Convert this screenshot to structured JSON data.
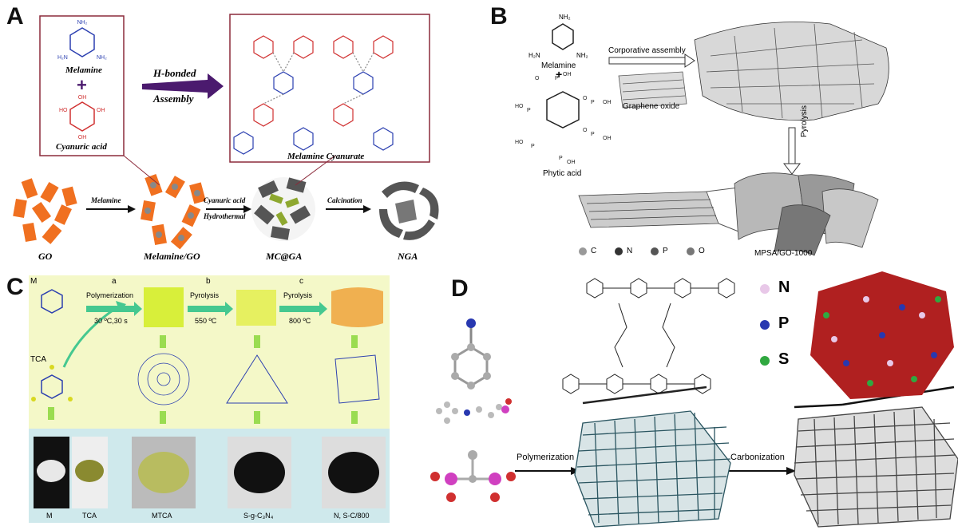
{
  "panelA": {
    "label": "A",
    "melamine": "Melamine",
    "plus": "+",
    "cyanuric": "Cyanuric acid",
    "hbond1": "H-bonded",
    "hbond2": "Assembly",
    "mc": "Melamine Cyanurate",
    "step_melamine": "Melamine",
    "step_cya1": "Cyanuric acid",
    "step_cya2": "Hydrothermal",
    "step_calc": "Calcination",
    "go": "GO",
    "mgo": "Melamine/GO",
    "mcga": "MC@GA",
    "nga": "NGA",
    "colors": {
      "orange": "#f07020",
      "purple": "#4b1a6e",
      "frame": "#8b2a3a"
    }
  },
  "panelB": {
    "label": "B",
    "melamine": "Melamine",
    "plus": "+",
    "coop": "Corporative assembly",
    "go": "Graphene oxide",
    "phytic": "Phytic acid",
    "pyrolysis": "Pyrolysis",
    "legend": [
      "C",
      "N",
      "P",
      "O"
    ],
    "product": "MPSA/GO-1000"
  },
  "panelC": {
    "label": "C",
    "m": "M",
    "tca": "TCA",
    "step_a": "a",
    "step_b": "b",
    "step_c": "c",
    "poly": "Polymerization",
    "poly_cond": "30 ºC,30 s",
    "pyro1": "Pyrolysis",
    "pyro1_cond": "550 ºC",
    "pyro2": "Pyrolysis",
    "pyro2_cond": "800 ºC",
    "photo_labels": [
      "M",
      "TCA",
      "MTCA",
      "S-g-C₃N₄",
      "N, S-C/800"
    ],
    "colors": {
      "bg_top": "#f4f8c8",
      "bg_bottom": "#cfe9ec",
      "arrow": "#45c890",
      "yellow": "#d8ef3a"
    }
  },
  "panelD": {
    "label": "D",
    "poly": "Polymerization",
    "carb": "Carbonization",
    "legend": [
      {
        "name": "N",
        "color": "#e8c8e8"
      },
      {
        "name": "P",
        "color": "#2838b0"
      },
      {
        "name": "S",
        "color": "#30a840"
      }
    ]
  }
}
